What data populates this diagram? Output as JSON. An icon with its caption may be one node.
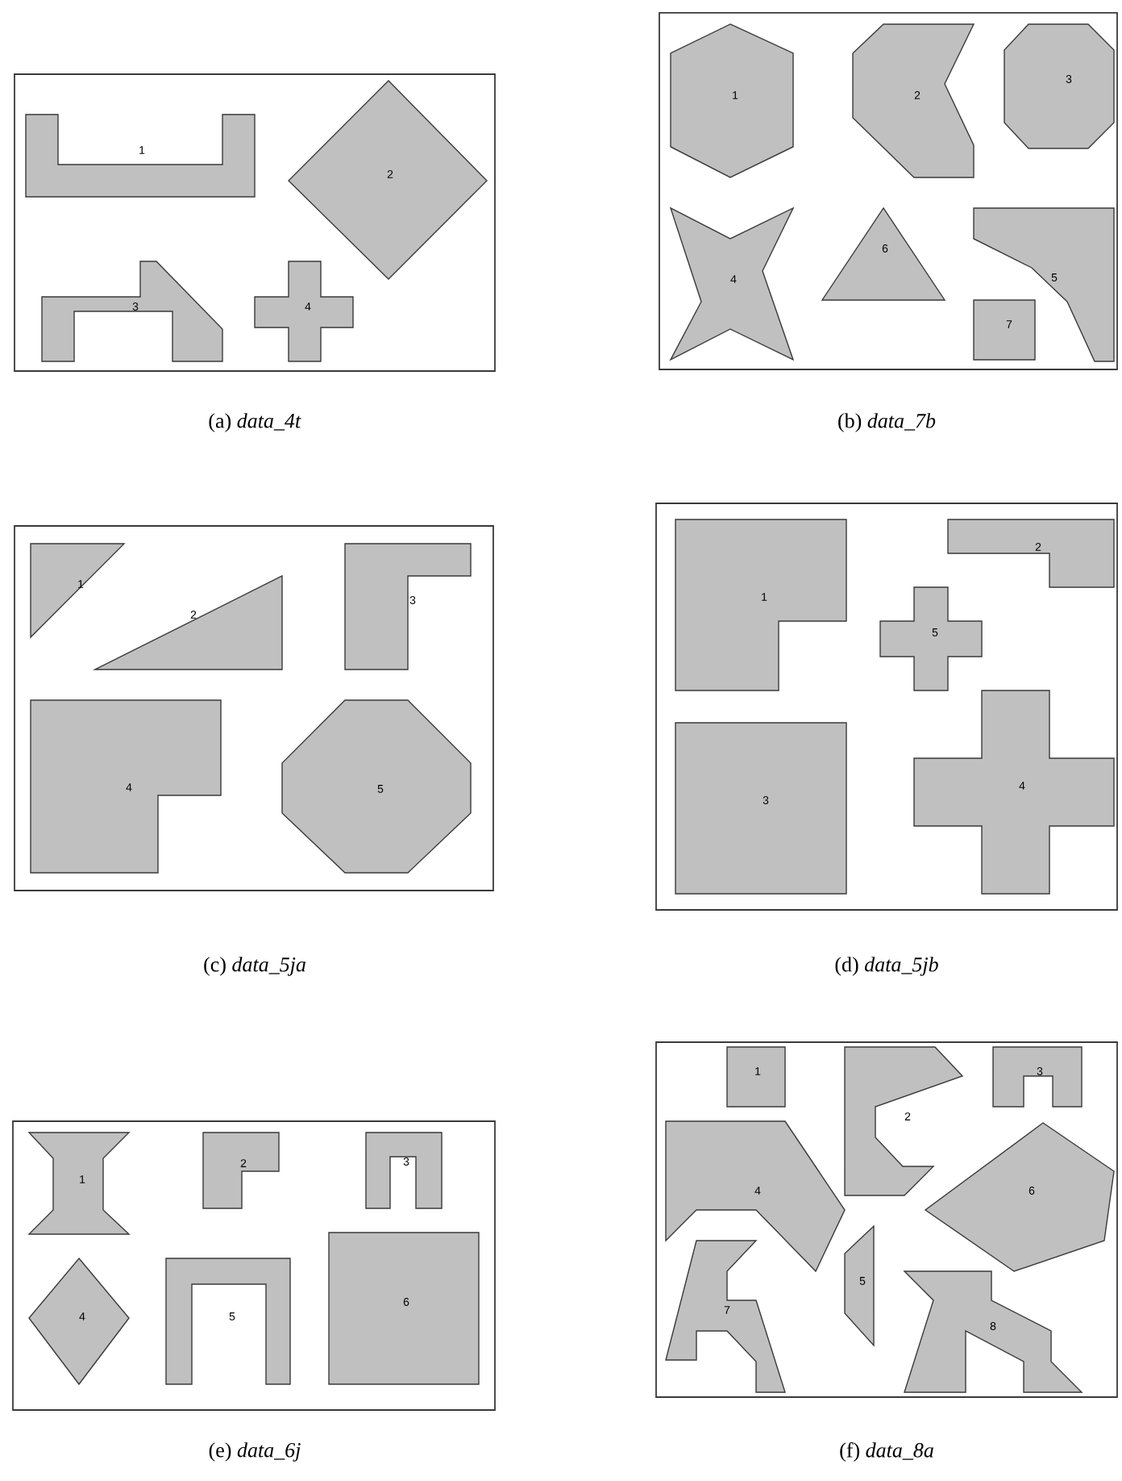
{
  "diagram": {
    "nodes": [
      {
        "text": [
          "(a) *data_4t*"
        ]
      },
      {
        "text": [
          "1"
        ],
        "in": 0
      },
      {
        "text": [
          "2"
        ],
        "in": 0
      },
      {
        "text": [
          "3"
        ],
        "in": 0
      },
      {
        "text": [
          "4"
        ],
        "in": 0
      },
      {
        "text": [
          "(b) *data_7b*"
        ]
      },
      {
        "text": [
          "1"
        ],
        "in": 5
      },
      {
        "text": [
          "2"
        ],
        "in": 5
      },
      {
        "text": [
          "3"
        ],
        "in": 5
      },
      {
        "text": [
          "4"
        ],
        "in": 5
      },
      {
        "text": [
          "6"
        ],
        "in": 5
      },
      {
        "text": [
          "5"
        ],
        "in": 5
      },
      {
        "text": [
          "7"
        ],
        "in": 5
      },
      {
        "text": [
          "(c) *data_5ja*"
        ]
      },
      {
        "text": [
          "1"
        ],
        "in": 13
      },
      {
        "text": [
          "2"
        ],
        "in": 13
      },
      {
        "text": [
          "3"
        ],
        "in": 13
      },
      {
        "text": [
          "4"
        ],
        "in": 13
      },
      {
        "text": [
          "5"
        ],
        "in": 13
      },
      {
        "text": [
          "(d) *data_5jb*"
        ]
      },
      {
        "text": [
          "1"
        ],
        "in": 19
      },
      {
        "text": [
          "2"
        ],
        "in": 19
      },
      {
        "text": [
          "5"
        ],
        "in": 19
      },
      {
        "text": [
          "3"
        ],
        "in": 19
      },
      {
        "text": [
          "4"
        ],
        "in": 19
      },
      {
        "text": [
          "(e) *data_6j*"
        ]
      },
      {
        "text": [
          "1"
        ],
        "in": 25
      },
      {
        "text": [
          "2"
        ],
        "in": 25
      },
      {
        "text": [
          "3"
        ],
        "in": 25
      },
      {
        "text": [
          "4"
        ],
        "in": 25
      },
      {
        "text": [
          "5"
        ],
        "in": 25
      },
      {
        "text": [
          "6"
        ],
        "in": 25
      },
      {
        "text": [
          "(f) *data_8a*"
        ]
      },
      {
        "text": [
          "1"
        ],
        "in": 32
      },
      {
        "text": [
          "2"
        ],
        "in": 32
      },
      {
        "text": [
          "3"
        ],
        "in": 32
      },
      {
        "text": [
          "4"
        ],
        "in": 32
      },
      {
        "text": [
          "6"
        ],
        "in": 32
      },
      {
        "text": [
          "5"
        ],
        "in": 32
      },
      {
        "text": [
          "7"
        ],
        "in": 32
      },
      {
        "text": [
          "8"
        ],
        "in": 32
      }
    ]
  }
}
